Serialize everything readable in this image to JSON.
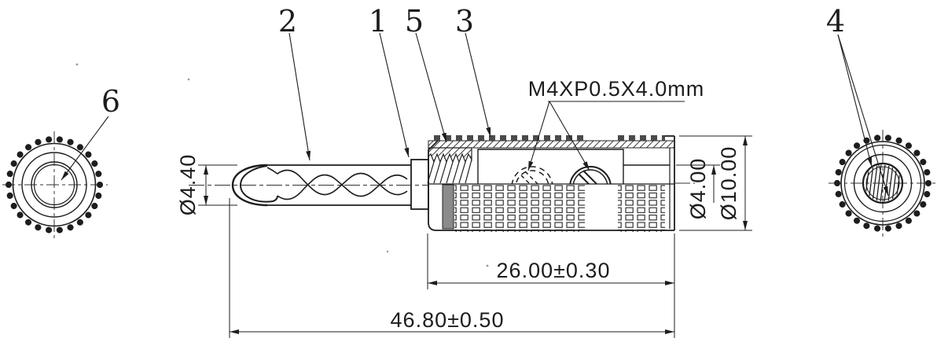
{
  "callouts": {
    "n1": "1",
    "n2": "2",
    "n3": "3",
    "n4": "4",
    "n5": "5",
    "n6": "6"
  },
  "dimensions": {
    "pin_diameter": "Ø4.40",
    "set_screw_spec": "M4XP0.5X4.0mm",
    "rear_bore_diameter": "Ø4.00",
    "body_diameter": "Ø10.00",
    "body_length": "26.00±0.30",
    "overall_length": "46.80±0.50"
  }
}
